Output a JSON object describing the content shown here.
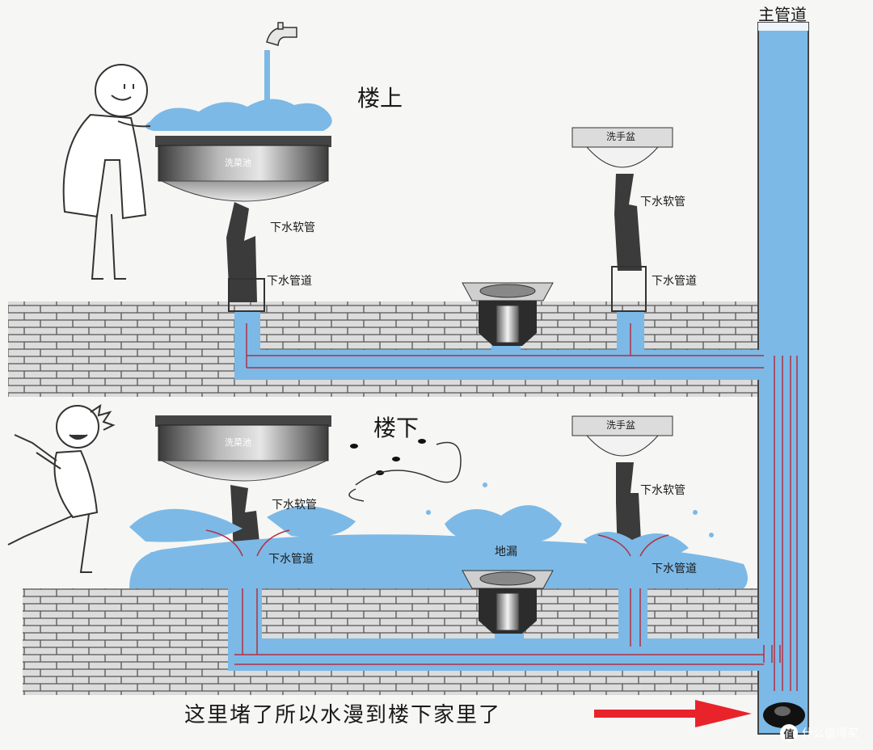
{
  "main_pipe_label": "主管道",
  "upstairs": {
    "title": "楼上",
    "kitchen_sink": "洗菜池",
    "sink_hose": "下水软管",
    "sink_pipe": "下水管道",
    "basin": "洗手盆",
    "basin_hose": "下水软管",
    "basin_pipe": "下水管道"
  },
  "downstairs": {
    "title": "楼下",
    "kitchen_sink": "洗菜池",
    "sink_hose": "下水软管",
    "sink_pipe": "下水管道",
    "floor_drain": "地漏",
    "basin": "洗手盆",
    "basin_hose": "下水软管",
    "basin_pipe": "下水管道"
  },
  "caption": "这里堵了所以水漫到楼下家里了",
  "watermark": "什么值得买",
  "watermark_badge": "值",
  "colors": {
    "water": "#7cb9e6",
    "brick": "#d9d9d9",
    "arrow": "#e8232a",
    "pipe_line": "#b23040"
  }
}
